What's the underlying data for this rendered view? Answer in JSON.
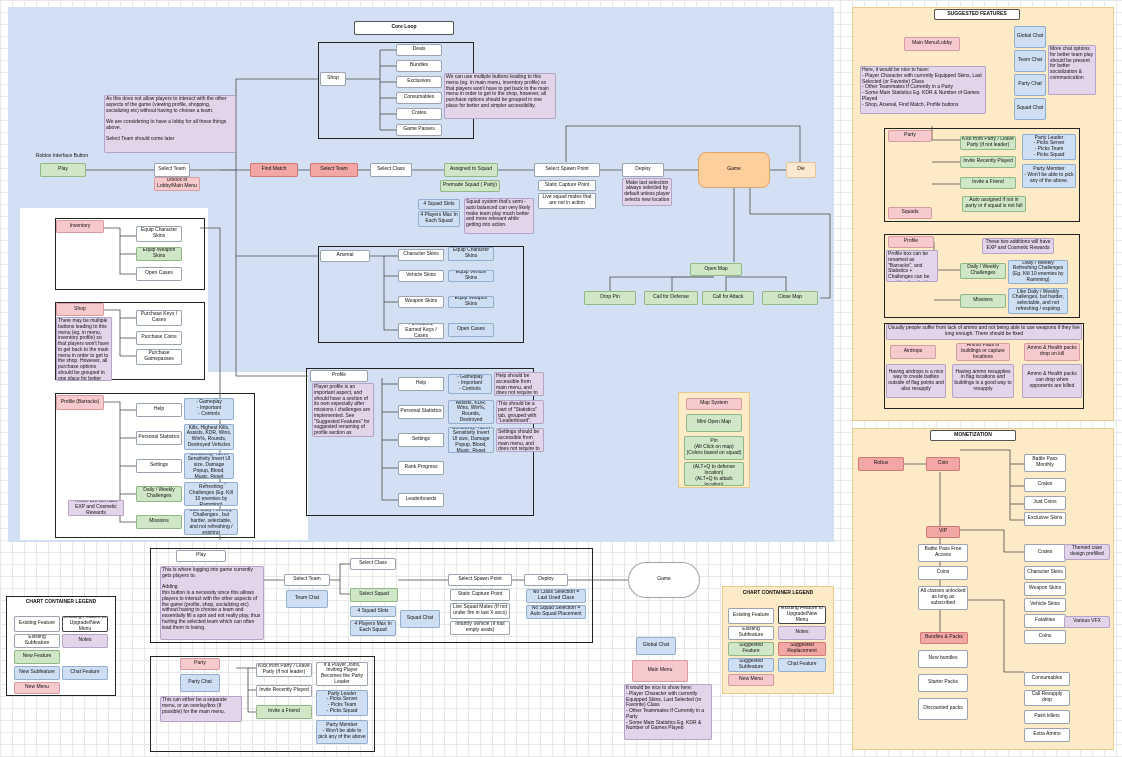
{
  "titles": {
    "core_loop": "Core Loop",
    "suggested": "SUGGESTED FEATURES",
    "monetization": "MONETIZATION",
    "legend_left": "CHART CONTAINER LEGEND",
    "legend_right": "CHART CONTAINER LEGEND"
  },
  "core": {
    "roblox_button": "Roblox Interface Button",
    "play": "Play",
    "select_team": "Select Team",
    "unlock_lobby": "Unlock in Lobby/Main Menu",
    "find_match": "Find Match",
    "select_team2": "Select Team",
    "select_class": "Select Class",
    "assigned_squad": "Assigned to Squad",
    "premade_squad": "Premade Squad ( Party)",
    "squad_slots": "4 Squad Slots",
    "players_max": "4 Players Max In Each Squad",
    "squad_note": "Squad system that's semi - auto balanced can very likely make team play much better and more relevant while getting into action.",
    "select_spawn": "Select Spawn Point",
    "static_capture": "Static Capture Point",
    "live_squad": "Live squad mates that are not in action",
    "deploy": "Deploy",
    "deploy_note": "Make last selection always selected by default unless player selects new location",
    "game": "Game",
    "die": "Die",
    "open_map": "Open Map",
    "drop_pin": "Drop Pin",
    "call_defense": "Call for Defense",
    "call_attack": "Call for Attack",
    "close_map": "Close Map",
    "intro_note": "As this does not allow players to interact with the other aspects of the game (viewing profile, shopping, socializing etc) without having to choose a team.\n\nWe are considering to have a lobby for all these things above.\n\nSelect Team should come later",
    "shop": "Shop",
    "deals": "Deals",
    "bundles": "Bundles",
    "exclusives": "Exclusives",
    "consumables": "Consumables",
    "crates": "Crates",
    "game_passes": "Game Passes",
    "shop_note": "We can use multiple buttons leading to this menu (eg. in main menu, inventory profile) so that players won't have to get back to the main menu in order to get to the shop, however, all purchase options should be grouped in one place for better and simpler accessibility.",
    "arsenal": "Arsenal",
    "character_skins": "Character Skins",
    "vehicle_skins": "Vehicle Skins",
    "weapon_skins": "Weapon Skins",
    "purchased": "Purchased, Earned Keys / Cases",
    "equip_char": "Equip Character Skins",
    "equip_vehicle": "Equip Vehicle Skins",
    "equip_weapon": "Equip Weapon Skins",
    "open_cases": "Open Cases",
    "profile": "Profile",
    "profile_note": "Player profile is an important aspect, and should have a section of its own especially after missions / challenges are implemented. See \"Suggested Features\" for suggested renaming of profile section as \"Barracks\".",
    "help": "Help",
    "help_items": "- Gameplay\n- Important\n- Controls",
    "help_note": "Help should be accessible from main menu, and does not require to be here.",
    "personal_stats": "Personal Statistics",
    "stats_items": "Kills, Highest Kills, Assists, KDR, Wins, Win%, Rounds, Destroyed Vehicles",
    "stats_note": "This should be a part of \"Statistics\" tab, grouped with \"Leaderboard\".",
    "settings": "Settings",
    "settings_items": "Sensitivity, Turret Sensitivity Invert UI size, Damage Popup, Blood, Music, Reset",
    "settings_note": "Settings should be accessible from main menu, and does not require to be here.",
    "rank_progress": "Rank Progress",
    "leaderboards": "Leaderboards",
    "inventory": "Inventory",
    "inv_equip_char": "Equip Character Skins",
    "inv_equip_weapon": "Equip Weapon Skins",
    "inv_open_cases": "Open Cases",
    "shop2": "Shop",
    "shop2_note": "There may be multiple buttons leading to this menu (eg. in menu, inventory profile) so that players won't have to get back to the main menu in order to get to the shop. However, all purchase options should be grouped in one place for better accessibility.",
    "purchase_keys": "Purchase Keys / Cases",
    "purchase_coins": "Purchase Coins",
    "purchase_gamepasses": "Purchase Gamepasses",
    "profile2": "Profile (Barracks)",
    "help2": "Help",
    "help2_items": "- Gameplay\n- Important\n- Controls",
    "pstats2": "Personal Statistics",
    "pstats2_items": "Kills, Highest Kills, Assists, KDR, Wins, Win%, Rounds, Destroyed Vehicles",
    "settings2": "Settings",
    "settings2_items": "Sensitivity, Turret Sensitivity Invert UI size, Damage Popup, Blood, Music, Reset",
    "daily_weekly": "Daily / Weekly Challenges",
    "daily_items": "Daily / Weekly Refreshing Challenges (Eg. Kill 10 enemies by Ramming)",
    "missions": "Missions",
    "missions_items": "Like Daily / Weekly Challenges , but harder, selectable, and not refreshing / expiring",
    "exp_note": "These two will have EXP and Cosmetic Rewards"
  },
  "bottom": {
    "play": "Play",
    "play_note": "This is where logging into game currently gets players to.\n\nAdding\nthis button is a necessity since this allows players to interact with the other aspects of the game (profile, shop, socializing etc) without having to choose a team and essentially fill a spot and not really play, thus hurting the selected team which can often lead them to losing.",
    "select_team": "Select Team",
    "team_chat": "Team Chat",
    "select_class": "Select Class",
    "select_squad": "Select Squad",
    "squad_slots": "4 Squad Slots",
    "players_max": "4 Players Max In Each Squad",
    "squad_chat": "Squad Chat",
    "select_spawn": "Select Spawn Point",
    "static_capture": "Static Capture Point",
    "live_squad": "Live Squad Mates (If not under fire in last X secs)",
    "infantry": "Infantry Vehicle (If has empty seats)",
    "deploy": "Deploy",
    "no_class": "No Class Selection = Last Used Class",
    "no_squad": "No Squad Selection = Auto Squad Placement",
    "game": "Game",
    "party": "Party",
    "party_chat": "Party Chat",
    "party_note": "This can either be a separate menu, or an overlay/box (if possible) for the main menu.",
    "kick": "Kick from Party / Leave Party (if not leader)",
    "if_player_joins": "If a Player Joins, Inviting Player Becomes the Party Leader",
    "invite_recent": "Invite Recently Played",
    "invite_friend": "Invite a Friend",
    "party_leader": "Party Leader\n- Picks Server\n- Picks Team\n- Picks Squad",
    "party_member": "Party Member\n- Won't be able to pick any of the above",
    "global_chat": "Global Chat",
    "main_menu": "Main Menu",
    "main_menu_note": "It would be nice to show here:\n- Player Character with currently Equipped Skins, Last Selected (or Favorite) Class\n- Other Teammates If Currently in a Party\n- Some Main Statistics Eg. KDR & Number of Games Played"
  },
  "legend": {
    "existing_feature": "Existing Feature",
    "existing_upgrade": "Existing Feature to Upgrade/New Menu",
    "existing_subfeature": "Existing Subfeature",
    "notes": "Notes",
    "new_feature": "New Feature",
    "new_subfeature": "New Subfeature",
    "chat_feature": "Chat Feature",
    "new_menu": "New Menu",
    "suggested_feature": "Suggested Feature",
    "suggested_replacement": "Suggested Replacement",
    "suggested_subfeature": "Suggested Subfeature"
  },
  "suggested": {
    "main_menu": "Main Menu/Lobby",
    "main_note": "Here, it would be nice to have:\n- Player Character with currently Equipped Skins, Last Selected (or Favorite) Class\n- Other Teammates If Currently in a Party\n- Some Main Statistics Eg. KDR & Number of Games Played\n- Shop, Arsenal, Find Match, Profile buttons",
    "global_chat": "Global Chat",
    "team_chat": "Team Chat",
    "party_chat": "Party Chat",
    "squad_chat": "Squad Chat",
    "chat_note": "More chat options for better team play should be present for better socialization & communication",
    "party": "Party",
    "kick": "Kick from Party / Leave Party (if not leader)",
    "invite_recent": "Invite Recently Played",
    "invite_friend": "Invite a Friend",
    "party_leader": "Party Leader\n- Picks Server\n- Picks Team\n- Picks Squad",
    "party_member": "Party Member\n- Won't be able to pick any of the above.",
    "squads": "Squads",
    "squads_note": "Auto assigned if not in party or if squad is not full",
    "profile": "Profile",
    "profile_note": "Profile box can be renamed as \"Barracks\", and Statistics + Challenges can be combined under it.",
    "two_additions": "These two additions will have EXP and Cosmetic Rewards",
    "daily": "Daily / Weekly Challenges",
    "daily_items": "Daily / Weekly Refreshing Challenges (Eg. Kill 10 enemies by Ramming)",
    "missions": "Missions",
    "missions_items": "Like Daily / Weekly Challenges, but harder, selectable, and not refreshing / expiring",
    "ammo_header": "Usually people suffer from lack of ammo and not being able to use weapons if they live long enough. There should be fixed",
    "airdrops": "Airdrops",
    "airdrops_note": "Having airdrops is a nice way to create battles outside of flag points and also resupply",
    "ammo_pads": "Ammo Pads in buildings or capture locations",
    "ammo_pads_note": "Having ammo resupplies in flag locations and buildings is a good way to resupply",
    "ammo_health": "Ammo & Health packs drop on kill",
    "ammo_health_note": "Ammo & Health packs can drop when opponents are killed",
    "map_system": "Map System",
    "mini_map": "Mini Open Map",
    "pin": "Pin\n(Alt Click on map)\n(Colors based on squad)",
    "ctrl": "Ctrl\n(ALT+Q to defense location)\n(ALT+Q to attack location)"
  },
  "monetization": {
    "robux": "Robux",
    "coin": "Coin",
    "battle_pass": "Battle Pass Monthly",
    "crates": "Crates",
    "just_coins": "Just Coins",
    "exclusive_skins": "Exclusive Skins",
    "vip": "VIP",
    "bp_free": "Battle Pass Free Access",
    "coins": "Coins",
    "all_classes": "All classes unlocked as long as subscribed",
    "crates2": "Crates",
    "themed": "Themed case design prefilled",
    "character_skins": "Character Skins",
    "weapon_skins": "Weapon Skins",
    "vehicle_skins": "Vehicle Skins",
    "fatalities": "Fatalities",
    "various_vfx": "Various VFX",
    "coins2": "Coins",
    "bundles_packs": "Bundles & Packs",
    "new_bundles": "New bundles",
    "starter_packs": "Starter Packs",
    "discounted": "Discounted packs",
    "consumables": "Consumables",
    "call_resupply": "Call Resupply drop",
    "paint_killers": "Paint killers",
    "extra_ammo": "Extra Ammo"
  }
}
